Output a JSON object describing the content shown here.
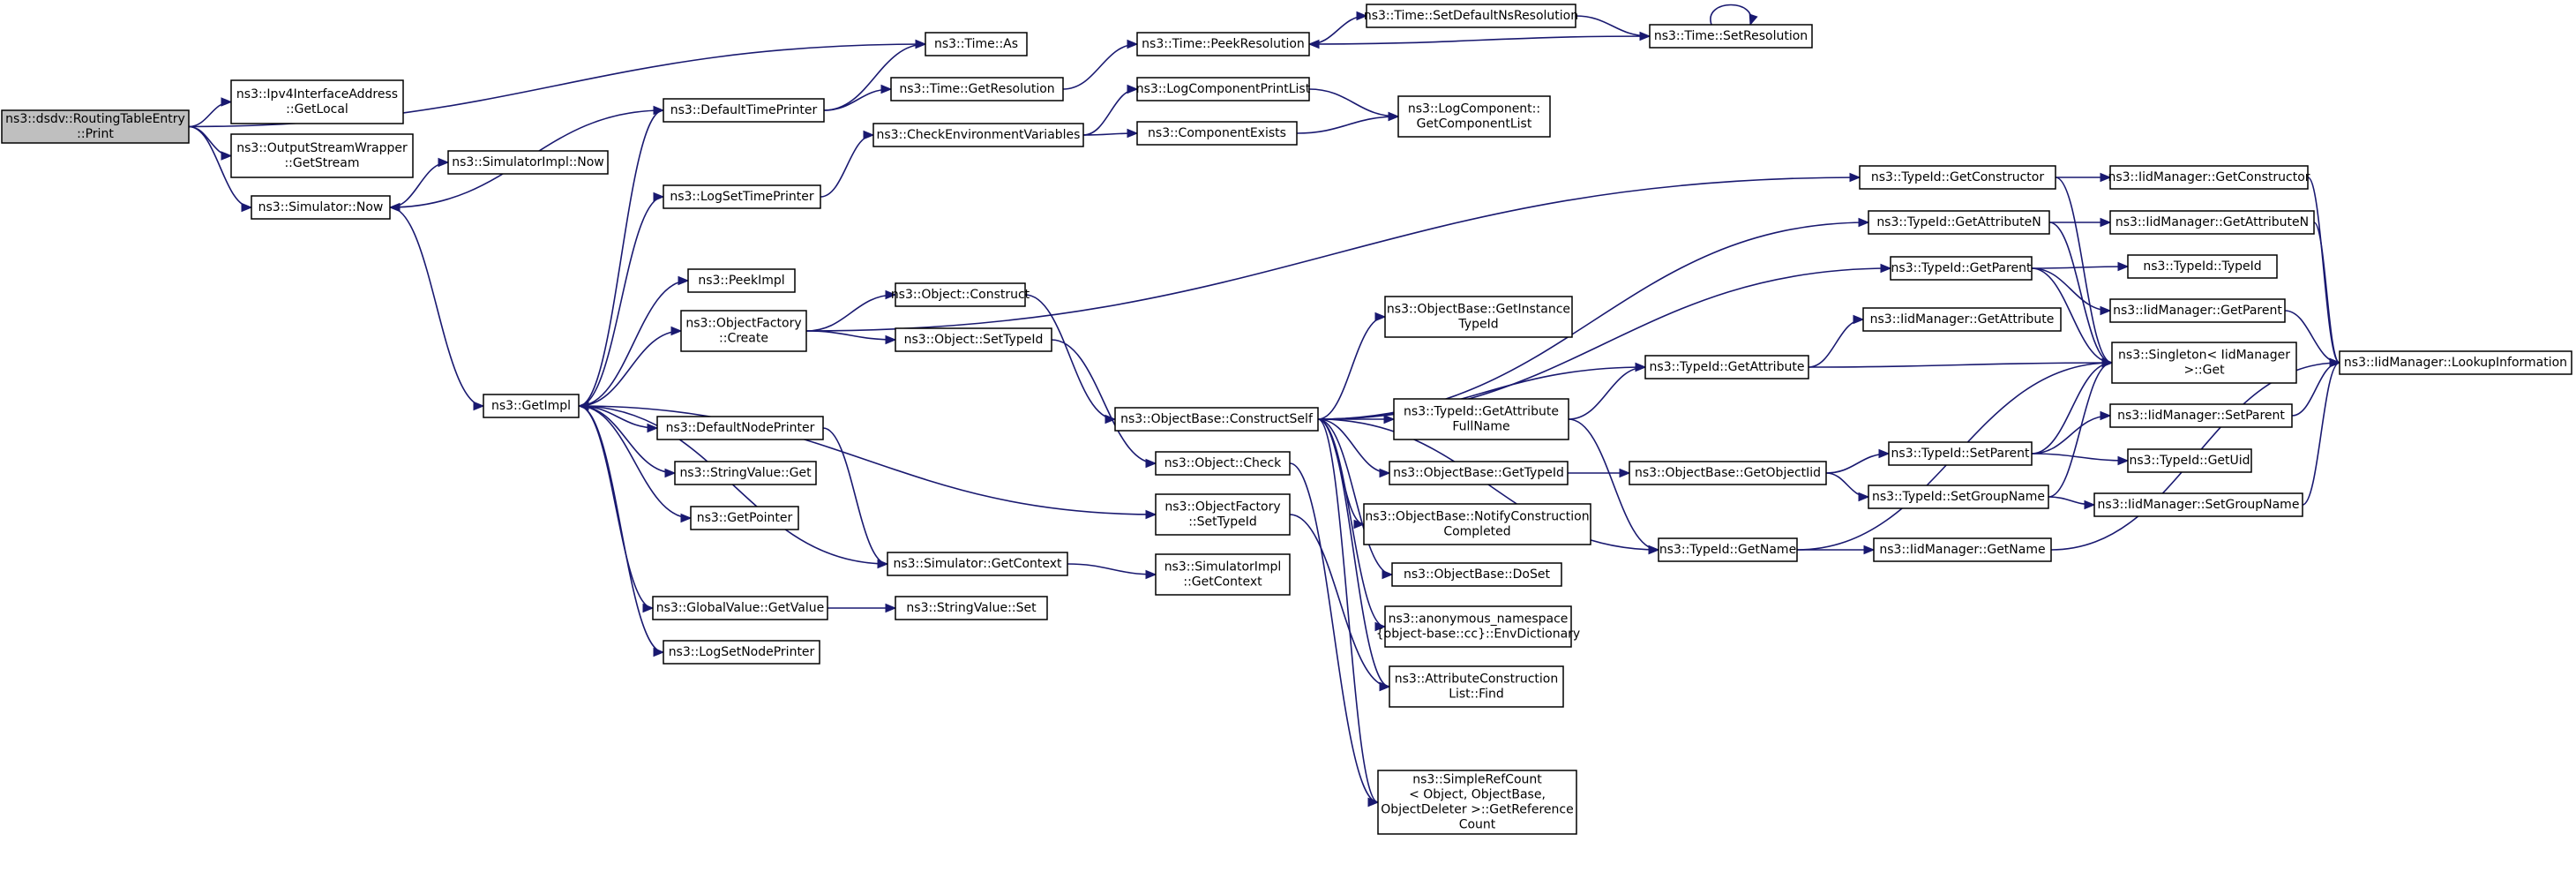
{
  "graph": {
    "type": "call-graph",
    "colors": {
      "edge": "#191970",
      "root_fill": "#bfbfbf",
      "node_fill": "#ffffff",
      "node_border": "#000000"
    },
    "nodes": [
      {
        "id": "n0",
        "lines": [
          "ns3::dsdv::RoutingTableEntry",
          "::Print"
        ],
        "root": true
      },
      {
        "id": "n1",
        "lines": [
          "ns3::Time::As"
        ]
      },
      {
        "id": "n2",
        "lines": [
          "ns3::Ipv4InterfaceAddress",
          "::GetLocal"
        ]
      },
      {
        "id": "n3",
        "lines": [
          "ns3::OutputStreamWrapper",
          "::GetStream"
        ]
      },
      {
        "id": "n4",
        "lines": [
          "ns3::Simulator::Now"
        ]
      },
      {
        "id": "n5",
        "lines": [
          "ns3::SimulatorImpl::Now"
        ]
      },
      {
        "id": "n6",
        "lines": [
          "ns3::DefaultTimePrinter"
        ]
      },
      {
        "id": "n7",
        "lines": [
          "ns3::GetImpl"
        ]
      },
      {
        "id": "n8",
        "lines": [
          "ns3::Time::GetResolution"
        ]
      },
      {
        "id": "n9",
        "lines": [
          "ns3::Time::PeekResolution"
        ]
      },
      {
        "id": "n10",
        "lines": [
          "ns3::Time::SetDefaultNsResolution"
        ]
      },
      {
        "id": "n11",
        "lines": [
          "ns3::Time::SetResolution"
        ]
      },
      {
        "id": "n12",
        "lines": [
          "ns3::LogSetTimePrinter"
        ]
      },
      {
        "id": "n13",
        "lines": [
          "ns3::CheckEnvironmentVariables"
        ]
      },
      {
        "id": "n14",
        "lines": [
          "ns3::LogComponentPrintList"
        ]
      },
      {
        "id": "n15",
        "lines": [
          "ns3::ComponentExists"
        ]
      },
      {
        "id": "n16",
        "lines": [
          "ns3::LogComponent::",
          "GetComponentList"
        ]
      },
      {
        "id": "n17",
        "lines": [
          "ns3::PeekImpl"
        ]
      },
      {
        "id": "n18",
        "lines": [
          "ns3::ObjectFactory",
          "::Create"
        ]
      },
      {
        "id": "n19",
        "lines": [
          "ns3::Object::Construct"
        ]
      },
      {
        "id": "n20",
        "lines": [
          "ns3::Object::SetTypeId"
        ]
      },
      {
        "id": "n21",
        "lines": [
          "ns3::ObjectBase::ConstructSelf"
        ]
      },
      {
        "id": "n22",
        "lines": [
          "ns3::ObjectBase::GetInstance",
          "TypeId"
        ]
      },
      {
        "id": "n23",
        "lines": [
          "ns3::TypeId::GetConstructor"
        ]
      },
      {
        "id": "n24",
        "lines": [
          "ns3::IidManager::GetConstructor"
        ]
      },
      {
        "id": "n25",
        "lines": [
          "ns3::TypeId::GetAttributeN"
        ]
      },
      {
        "id": "n26",
        "lines": [
          "ns3::IidManager::GetAttributeN"
        ]
      },
      {
        "id": "n27",
        "lines": [
          "ns3::TypeId::GetParent"
        ]
      },
      {
        "id": "n28",
        "lines": [
          "ns3::TypeId::TypeId"
        ]
      },
      {
        "id": "n29",
        "lines": [
          "ns3::IidManager::GetParent"
        ]
      },
      {
        "id": "n30",
        "lines": [
          "ns3::IidManager::GetAttribute"
        ]
      },
      {
        "id": "n31",
        "lines": [
          "ns3::TypeId::GetAttribute"
        ]
      },
      {
        "id": "n32",
        "lines": [
          "ns3::Singleton< IidManager",
          ">::Get"
        ]
      },
      {
        "id": "n33",
        "lines": [
          "ns3::IidManager::LookupInformation"
        ]
      },
      {
        "id": "n34",
        "lines": [
          "ns3::TypeId::GetAttribute",
          "FullName"
        ]
      },
      {
        "id": "n35",
        "lines": [
          "ns3::IidManager::SetParent"
        ]
      },
      {
        "id": "n36",
        "lines": [
          "ns3::DefaultNodePrinter"
        ]
      },
      {
        "id": "n37",
        "lines": [
          "ns3::StringValue::Get"
        ]
      },
      {
        "id": "n38",
        "lines": [
          "ns3::Object::Check"
        ]
      },
      {
        "id": "n39",
        "lines": [
          "ns3::ObjectBase::GetTypeId"
        ]
      },
      {
        "id": "n40",
        "lines": [
          "ns3::ObjectBase::GetObjectIid"
        ]
      },
      {
        "id": "n41",
        "lines": [
          "ns3::TypeId::SetParent"
        ]
      },
      {
        "id": "n42",
        "lines": [
          "ns3::TypeId::GetUid"
        ]
      },
      {
        "id": "n43",
        "lines": [
          "ns3::GetPointer"
        ]
      },
      {
        "id": "n44",
        "lines": [
          "ns3::ObjectFactory",
          "::SetTypeId"
        ]
      },
      {
        "id": "n45",
        "lines": [
          "ns3::ObjectBase::NotifyConstruction",
          "Completed"
        ]
      },
      {
        "id": "n46",
        "lines": [
          "ns3::TypeId::SetGroupName"
        ]
      },
      {
        "id": "n47",
        "lines": [
          "ns3::IidManager::SetGroupName"
        ]
      },
      {
        "id": "n48",
        "lines": [
          "ns3::TypeId::GetName"
        ]
      },
      {
        "id": "n49",
        "lines": [
          "ns3::IidManager::GetName"
        ]
      },
      {
        "id": "n50",
        "lines": [
          "ns3::Simulator::GetContext"
        ]
      },
      {
        "id": "n51",
        "lines": [
          "ns3::SimulatorImpl",
          "::GetContext"
        ]
      },
      {
        "id": "n52",
        "lines": [
          "ns3::ObjectBase::DoSet"
        ]
      },
      {
        "id": "n53",
        "lines": [
          "ns3::GlobalValue::GetValue"
        ]
      },
      {
        "id": "n54",
        "lines": [
          "ns3::StringValue::Set"
        ]
      },
      {
        "id": "n55",
        "lines": [
          "ns3::anonymous_namespace",
          "{object-base::cc}::EnvDictionary"
        ]
      },
      {
        "id": "n56",
        "lines": [
          "ns3::LogSetNodePrinter"
        ]
      },
      {
        "id": "n57",
        "lines": [
          "ns3::AttributeConstruction",
          "List::Find"
        ]
      },
      {
        "id": "n58",
        "lines": [
          "ns3::SimpleRefCount",
          "< Object, ObjectBase,",
          "ObjectDeleter >::GetReference",
          "Count"
        ]
      }
    ],
    "edges": [
      [
        "n0",
        "n1"
      ],
      [
        "n0",
        "n2"
      ],
      [
        "n0",
        "n3"
      ],
      [
        "n0",
        "n4"
      ],
      [
        "n4",
        "n5"
      ],
      [
        "n4",
        "n7"
      ],
      [
        "n6",
        "n4"
      ],
      [
        "n6",
        "n1"
      ],
      [
        "n6",
        "n8"
      ],
      [
        "n8",
        "n9"
      ],
      [
        "n9",
        "n10"
      ],
      [
        "n10",
        "n11"
      ],
      [
        "n11",
        "n9"
      ],
      [
        "n11",
        "n11"
      ],
      [
        "n12",
        "n13"
      ],
      [
        "n13",
        "n14"
      ],
      [
        "n13",
        "n15"
      ],
      [
        "n14",
        "n16"
      ],
      [
        "n15",
        "n16"
      ],
      [
        "n7",
        "n6"
      ],
      [
        "n7",
        "n12"
      ],
      [
        "n7",
        "n17"
      ],
      [
        "n7",
        "n18"
      ],
      [
        "n7",
        "n36"
      ],
      [
        "n7",
        "n37"
      ],
      [
        "n7",
        "n43"
      ],
      [
        "n7",
        "n53"
      ],
      [
        "n7",
        "n56"
      ],
      [
        "n7",
        "n44"
      ],
      [
        "n50",
        "n7"
      ],
      [
        "n50",
        "n51"
      ],
      [
        "n36",
        "n50"
      ],
      [
        "n53",
        "n54"
      ],
      [
        "n18",
        "n19"
      ],
      [
        "n18",
        "n20"
      ],
      [
        "n18",
        "n23"
      ],
      [
        "n19",
        "n21"
      ],
      [
        "n20",
        "n38"
      ],
      [
        "n44",
        "n57"
      ],
      [
        "n38",
        "n58"
      ],
      [
        "n21",
        "n22"
      ],
      [
        "n21",
        "n25"
      ],
      [
        "n21",
        "n27"
      ],
      [
        "n21",
        "n31"
      ],
      [
        "n21",
        "n34"
      ],
      [
        "n21",
        "n39"
      ],
      [
        "n21",
        "n45"
      ],
      [
        "n21",
        "n52"
      ],
      [
        "n21",
        "n55"
      ],
      [
        "n21",
        "n57"
      ],
      [
        "n21",
        "n48"
      ],
      [
        "n21",
        "n58"
      ],
      [
        "n23",
        "n24"
      ],
      [
        "n23",
        "n32"
      ],
      [
        "n24",
        "n33"
      ],
      [
        "n25",
        "n26"
      ],
      [
        "n25",
        "n32"
      ],
      [
        "n26",
        "n33"
      ],
      [
        "n27",
        "n28"
      ],
      [
        "n27",
        "n29"
      ],
      [
        "n27",
        "n32"
      ],
      [
        "n29",
        "n33"
      ],
      [
        "n31",
        "n30"
      ],
      [
        "n31",
        "n32"
      ],
      [
        "n34",
        "n31"
      ],
      [
        "n34",
        "n48"
      ],
      [
        "n39",
        "n40"
      ],
      [
        "n40",
        "n41"
      ],
      [
        "n40",
        "n46"
      ],
      [
        "n41",
        "n35"
      ],
      [
        "n41",
        "n42"
      ],
      [
        "n41",
        "n32"
      ],
      [
        "n35",
        "n33"
      ],
      [
        "n46",
        "n47"
      ],
      [
        "n46",
        "n32"
      ],
      [
        "n47",
        "n33"
      ],
      [
        "n48",
        "n49"
      ],
      [
        "n48",
        "n32"
      ],
      [
        "n49",
        "n33"
      ]
    ]
  }
}
